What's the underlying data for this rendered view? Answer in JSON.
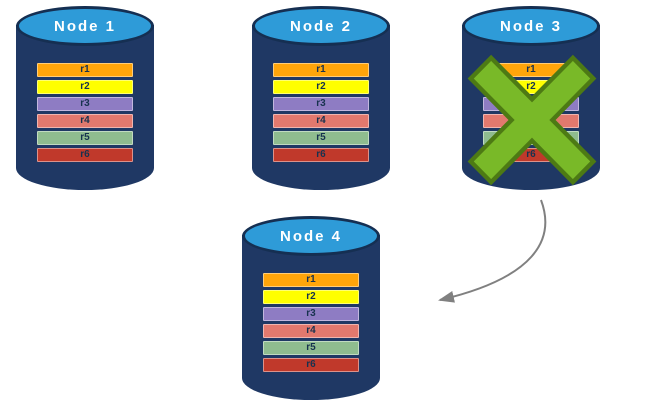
{
  "nodes": [
    {
      "label": "Node 1",
      "failed": false
    },
    {
      "label": "Node 2",
      "failed": false
    },
    {
      "label": "Node 3",
      "failed": true
    },
    {
      "label": "Node 4",
      "failed": false
    }
  ],
  "replicas": [
    {
      "label": "r1",
      "color": "#FFA50A"
    },
    {
      "label": "r2",
      "color": "#FFFF00"
    },
    {
      "label": "r3",
      "color": "#8E7CC3"
    },
    {
      "label": "r4",
      "color": "#E2796E"
    },
    {
      "label": "r5",
      "color": "#8FBC8F"
    },
    {
      "label": "r6",
      "color": "#C0392B"
    }
  ],
  "colors": {
    "cylinder_body": "#1F3864",
    "cylinder_top": "#2E9BD8",
    "cylinder_outline": "#152F52",
    "node_label_text": "#FFFFFF",
    "replica_label_text": "#17324F",
    "failure_x_fill": "#79B928",
    "failure_x_outline": "#4D7A14",
    "arrow": "#808080"
  }
}
